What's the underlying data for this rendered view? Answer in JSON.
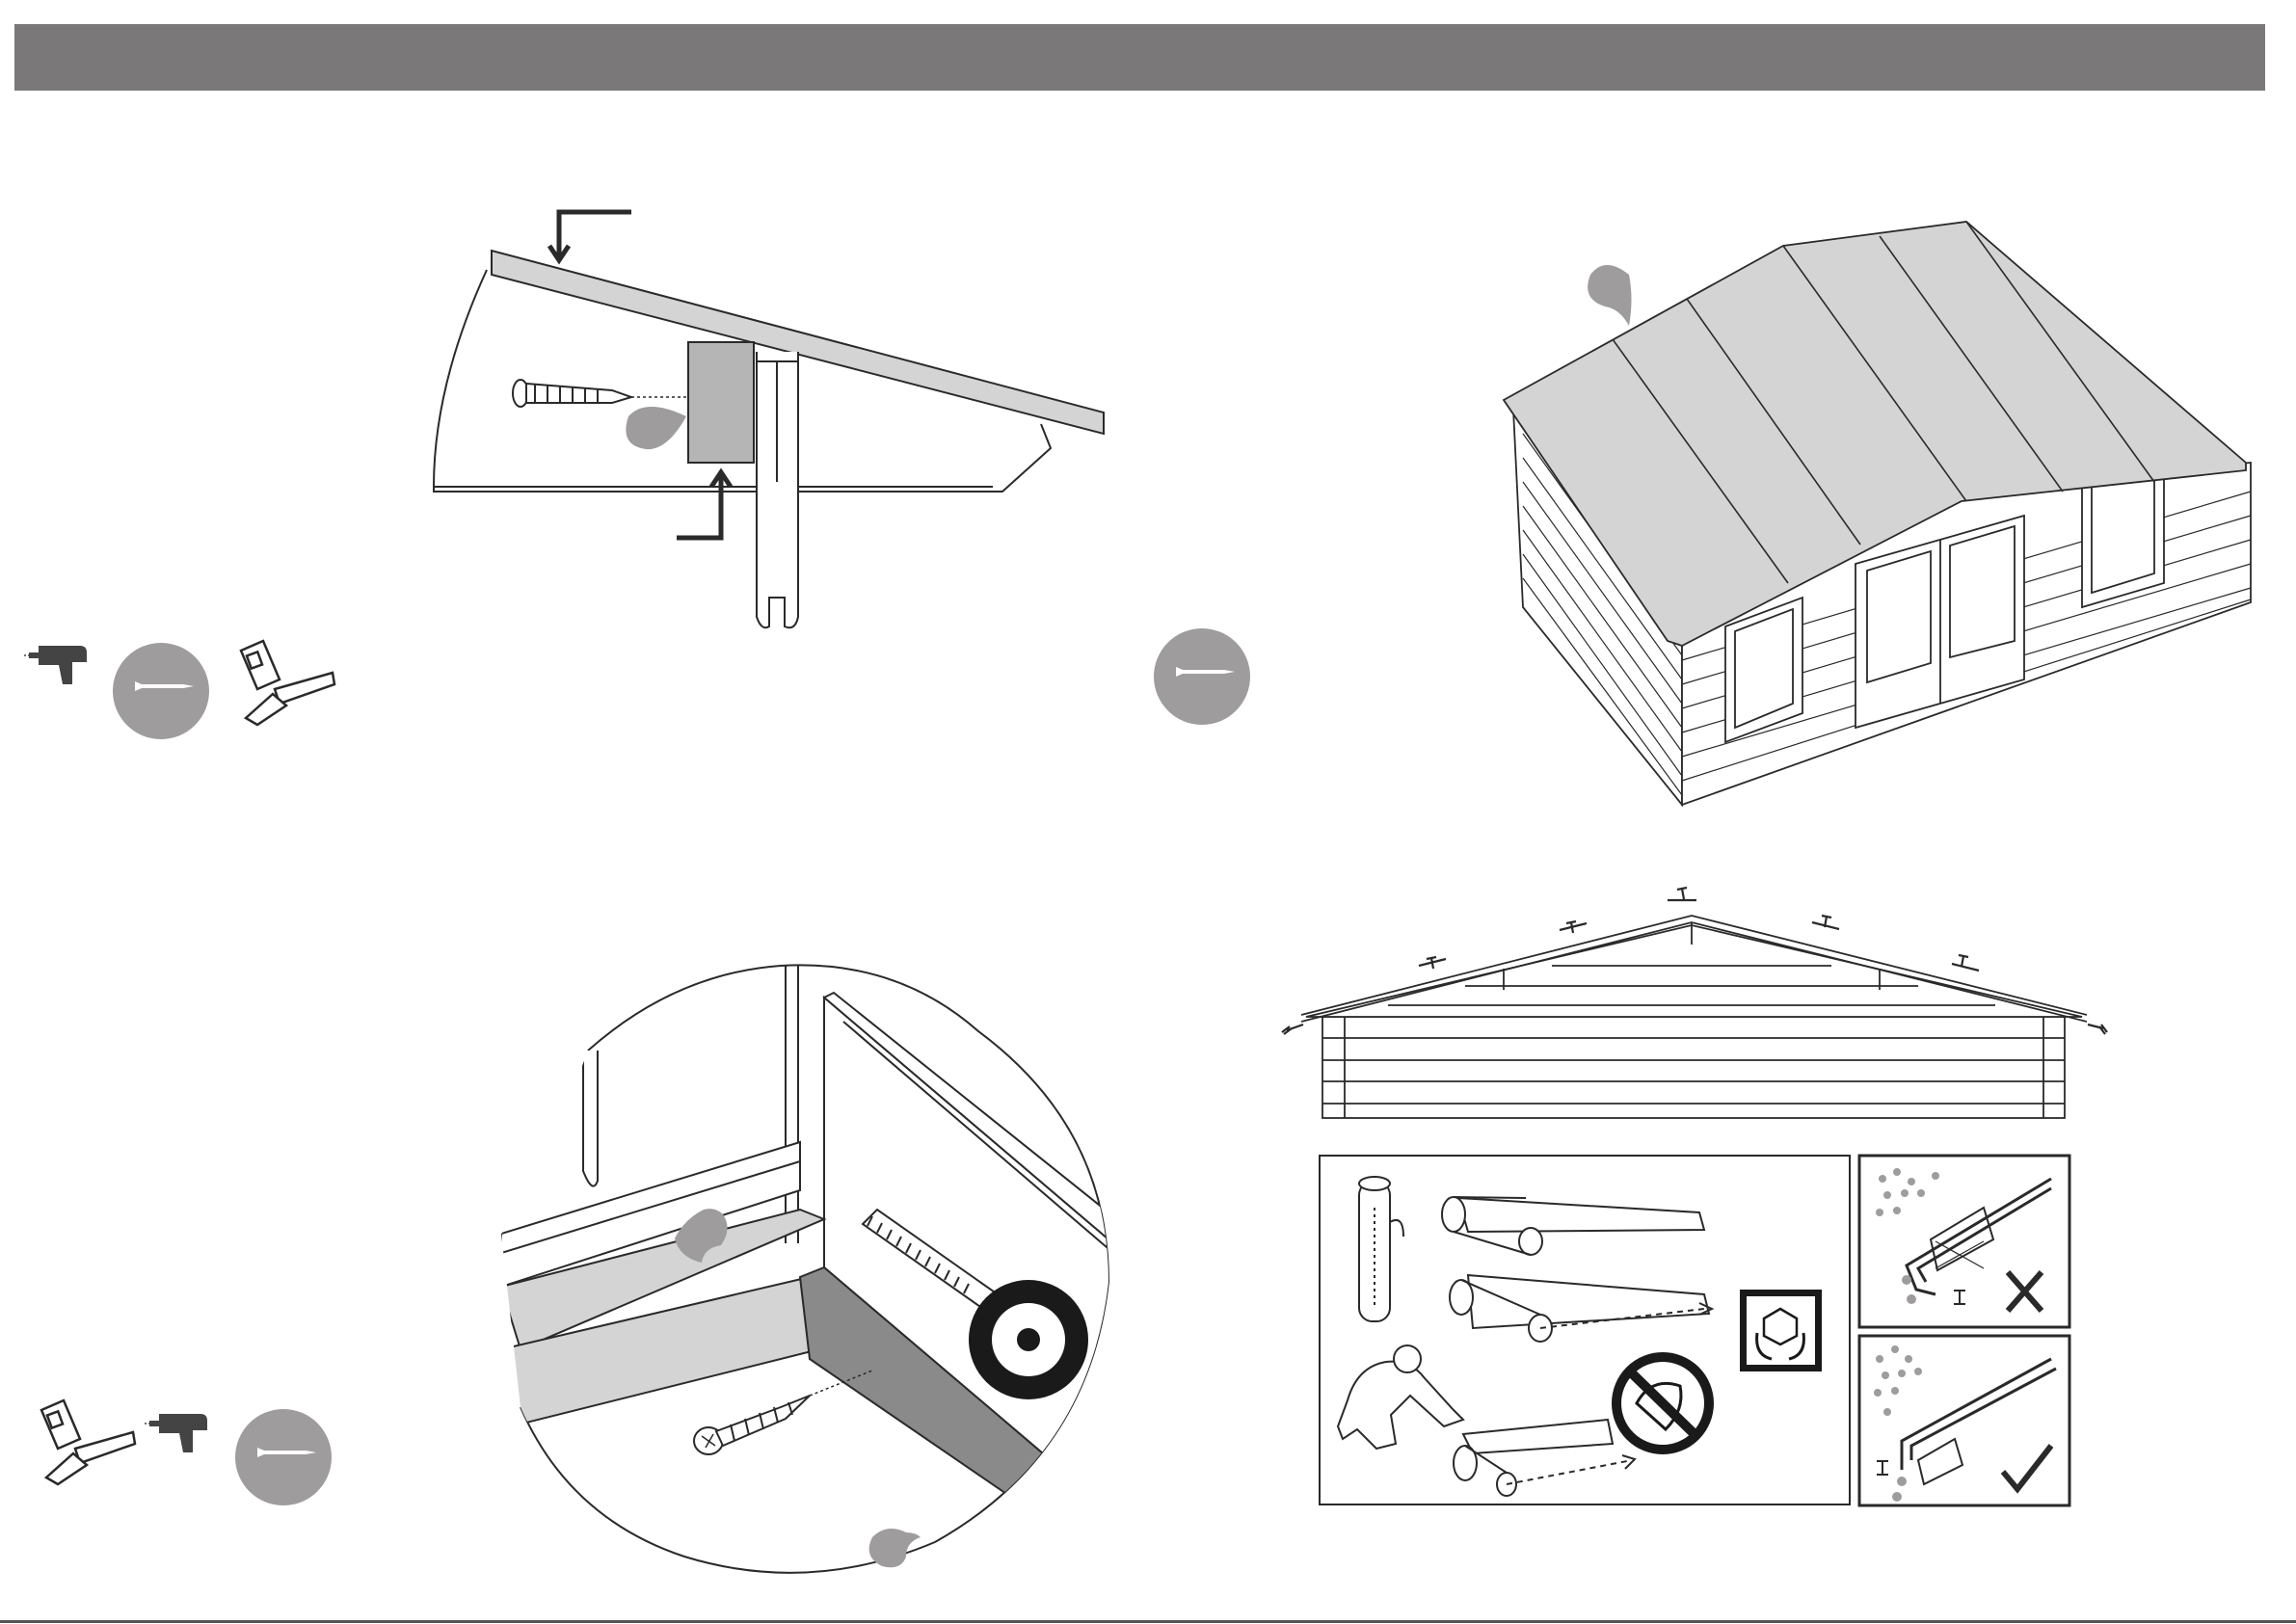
{
  "header": {
    "title": ""
  },
  "panels": [
    {
      "id": "roof-edge-batten",
      "tools": [
        "drill-icon",
        "screw-icon",
        "saw-icon"
      ]
    },
    {
      "id": "roof-felt-overview",
      "tools": [
        "screw-icon"
      ]
    },
    {
      "id": "fascia-corner-detail",
      "tools": [
        "saw-icon",
        "drill-icon",
        "screw-icon"
      ]
    },
    {
      "id": "felt-nailing-and-handling",
      "tools": []
    }
  ],
  "colors": {
    "header": "#7a7878",
    "tool_circle": "#9e9c9c",
    "fill_light": "#d4d4d4",
    "fill_mid": "#b5b5b5",
    "fill_dark": "#8a8a8a",
    "line": "#2a2a2a"
  }
}
